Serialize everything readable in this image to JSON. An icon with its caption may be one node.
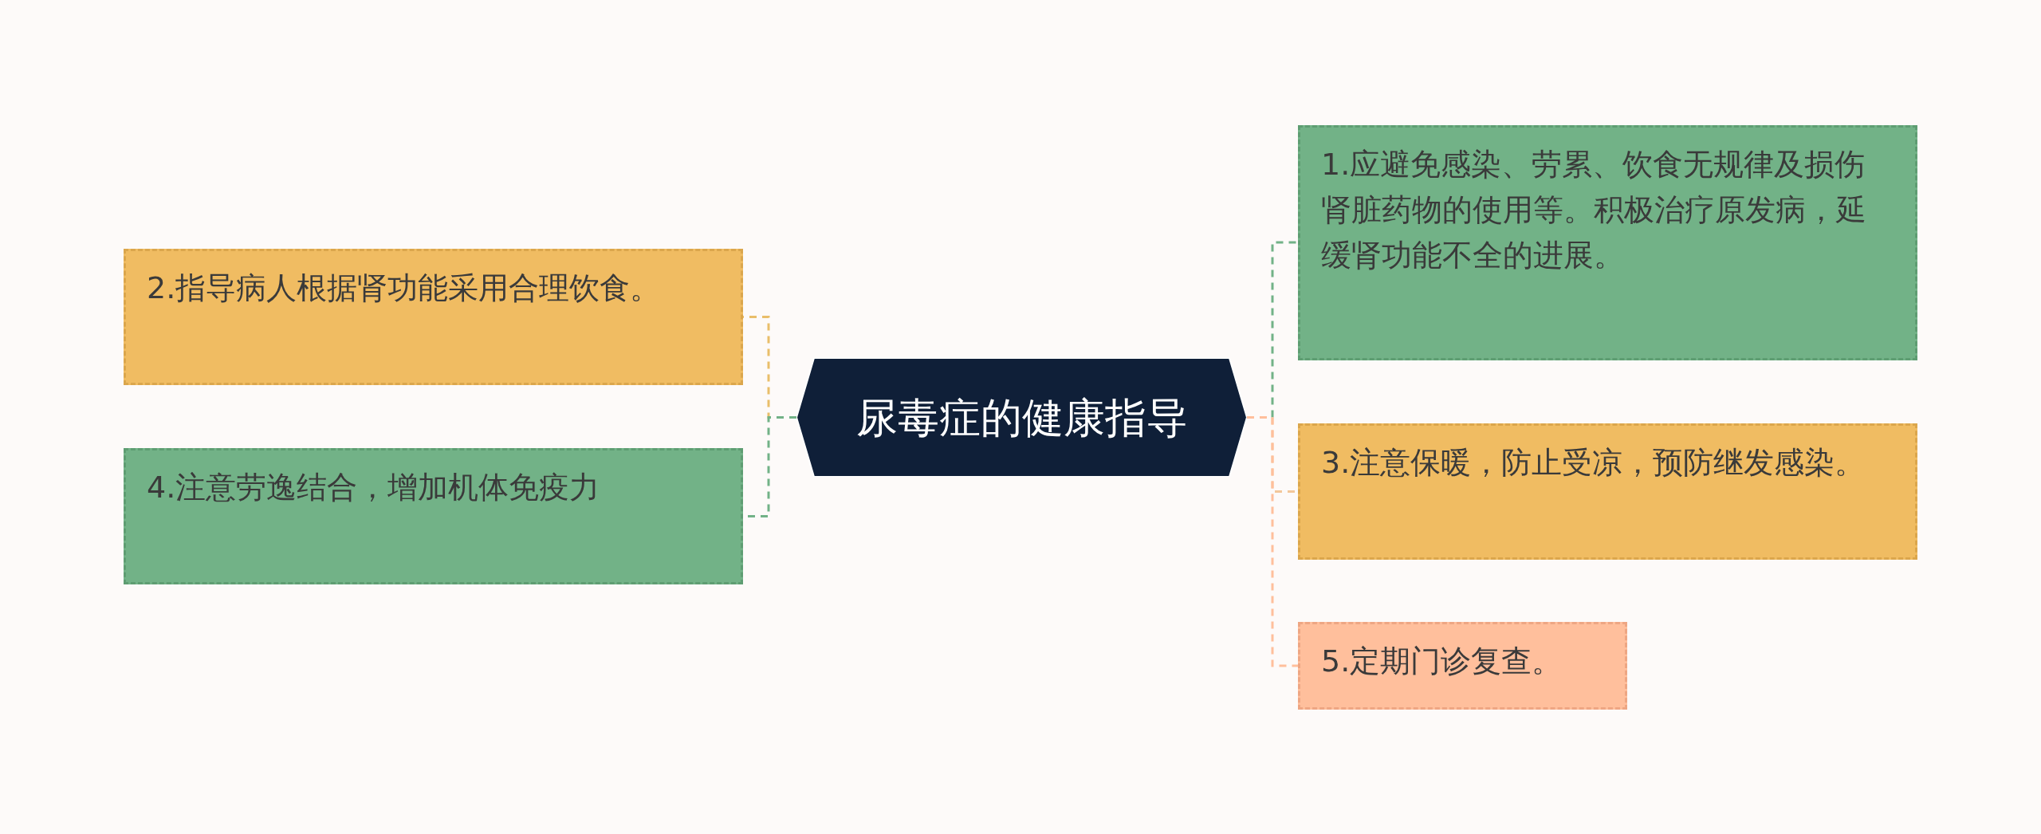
{
  "diagram": {
    "nodes": [
      {
        "text": [
          "尿毒症的健康指导"
        ]
      },
      {
        "text": [
          "1.应避免感染、劳累、饮食无规律及损伤肾脏药物的使用等。积极治疗原发病，延缓肾功能不全的进展。"
        ]
      },
      {
        "text": [
          "2.指导病人根据肾功能采用合理饮食。"
        ]
      },
      {
        "text": [
          "3.注意保暖，防止受凉，预防继发感染。"
        ]
      },
      {
        "text": [
          "4.注意劳逸结合，增加机体免疫力"
        ]
      },
      {
        "text": [
          "5.定期门诊复查。"
        ]
      }
    ],
    "edges": [
      {
        "from": 0,
        "to": 1,
        "arrow": "none",
        "style": "dashed",
        "color": "#72b287"
      },
      {
        "from": 0,
        "to": 2,
        "arrow": "none",
        "style": "dashed",
        "color": "#e9be6a"
      },
      {
        "from": 0,
        "to": 3,
        "arrow": "none",
        "style": "dashed",
        "color": "#f3c79a"
      },
      {
        "from": 0,
        "to": 4,
        "arrow": "none",
        "style": "dashed",
        "color": "#72b287"
      },
      {
        "from": 0,
        "to": 5,
        "arrow": "none",
        "style": "dashed",
        "color": "#ffbf9c"
      }
    ]
  }
}
